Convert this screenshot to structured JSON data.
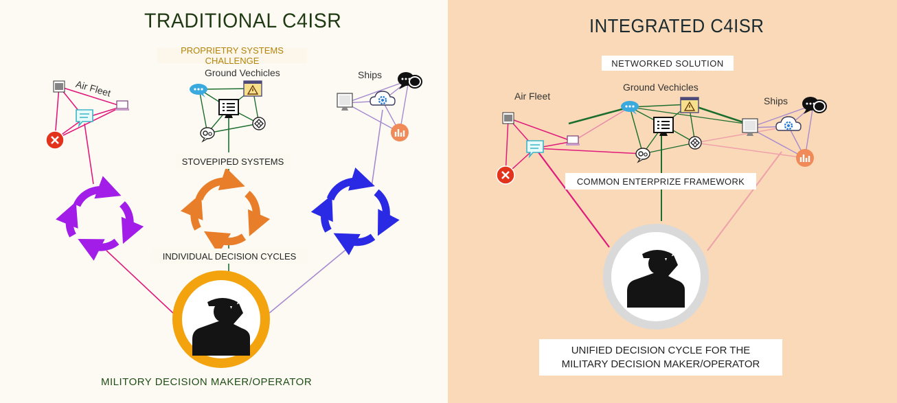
{
  "colors": {
    "left_bg": "#fdfaf3",
    "right_bg": "#f9d9b7",
    "title_green": "#1f3a13",
    "subtitle_gold": "#b3830c",
    "pink": "#e0197b",
    "light_pink": "#f0a0aa",
    "purple_line": "#a58ad0",
    "green": "#1c6e2e",
    "purple_cycle": "#a21ee8",
    "orange_cycle": "#e87d2a",
    "blue_cycle": "#2a2ae5",
    "gold_ring": "#f3a30e",
    "grey_ring": "#d9d9d9"
  },
  "left": {
    "title": "TRADITIONAL C4ISR",
    "subtitle": "PROPRIETRY SYSTEMS CHALLENGE",
    "air_fleet": "Air Fleet",
    "ground": "Ground Vechicles",
    "ships": "Ships",
    "stovepiped": "STOVEPIPED SYSTEMS",
    "cycles": "INDIVIDUAL DECISION CYCLES",
    "operator": "MILITORY DECISION MAKER/OPERATOR"
  },
  "right": {
    "title": "INTEGRATED C4ISR",
    "networked": "NETWORKED SOLUTION",
    "air_fleet": "Air Fleet",
    "ground": "Ground Vechicles",
    "ships": "Ships",
    "framework": "COMMON ENTERPRIZE FRAMEWORK",
    "unified_line1": "UNIFIED DECISION CYCLE FOR THE",
    "unified_line2": "MILITARY DECISION MAKER/OPERATOR"
  },
  "icons": [
    "barcode-icon",
    "laptop-icon",
    "chat-bubble-icon",
    "close-icon",
    "message-icon",
    "warning-window-icon",
    "document-list-icon",
    "settings-chat-icon",
    "diamond-grid-icon",
    "monitor-icon",
    "speech-bubbles-icon",
    "cloud-gear-icon",
    "bar-chart-icon",
    "soldier-icon"
  ]
}
